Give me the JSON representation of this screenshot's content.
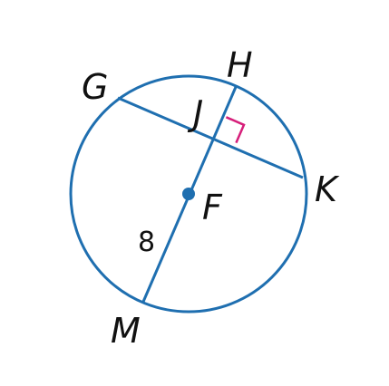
{
  "figure": {
    "points": {
      "G": "G",
      "H": "H",
      "J": "J",
      "K": "K",
      "F": "F",
      "M": "M"
    },
    "measure": "8"
  },
  "colors": {
    "stroke": "#1f6fb0",
    "center_dot": "#1f6fb0",
    "right_angle": "#d61f7a",
    "text": "#111111"
  }
}
